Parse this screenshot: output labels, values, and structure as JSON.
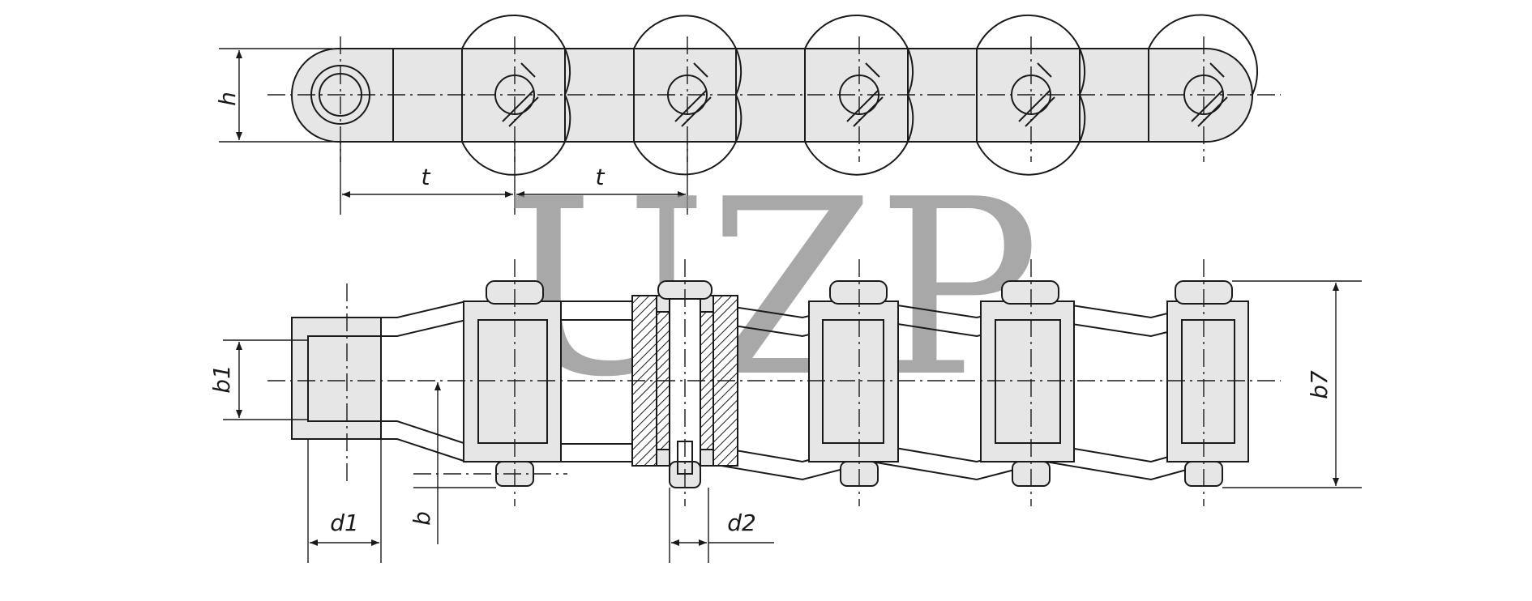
{
  "watermark": "UZP",
  "labels": {
    "h": "h",
    "t1": "t",
    "t2": "t",
    "b1": "b1",
    "b": "b",
    "b7": "b7",
    "d1": "d1",
    "d2": "d2"
  },
  "colors": {
    "stroke": "#1a1a1a",
    "fill": "#e6e6e6",
    "hatch": "#1a1a1a",
    "watermark": "#8c8c8c"
  }
}
